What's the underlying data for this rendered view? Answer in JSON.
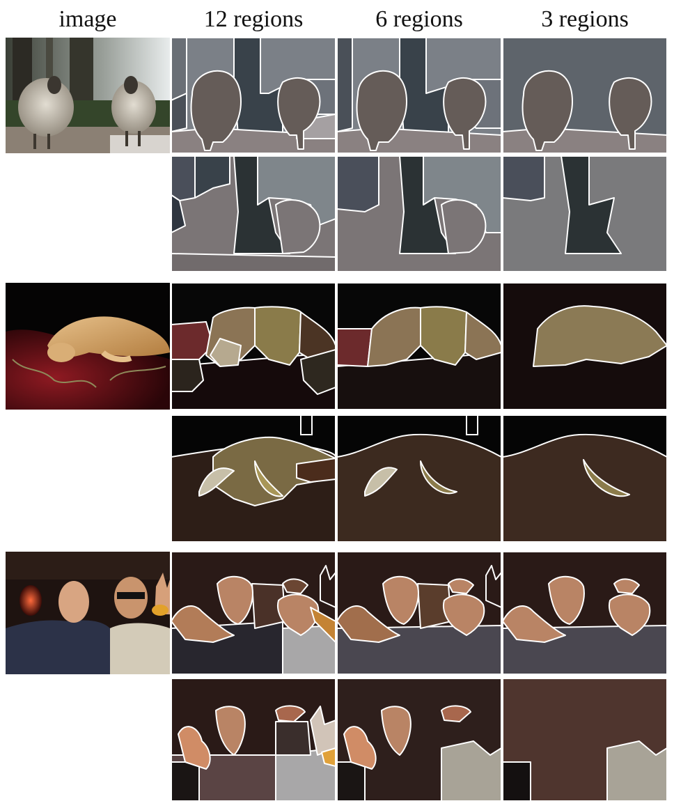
{
  "column_headers": [
    "image",
    "12 regions",
    "6 regions",
    "3 regions"
  ],
  "colors": {
    "boundary": "#ffffff",
    "sheep_sky": "#7b8087",
    "sheep_tree": "#39424a",
    "sheep_body": "#655c58",
    "sheep_ground": "#8a8181",
    "cat_bg": "#070707",
    "cat_dark_bg": "#170f0e",
    "cat_body": "#8b7a55",
    "cat_red": "#6c2a2c",
    "cat_brown": "#4b3424",
    "people_bg": "#2a1a17",
    "people_skin": "#b98465",
    "people_shirt": "#4a4750",
    "people_dark": "#1a1514"
  },
  "figure": {
    "rows": [
      {
        "image": "sheep-photo"
      },
      {
        "image": "cat-photo"
      },
      {
        "image": "people-photo"
      }
    ]
  }
}
